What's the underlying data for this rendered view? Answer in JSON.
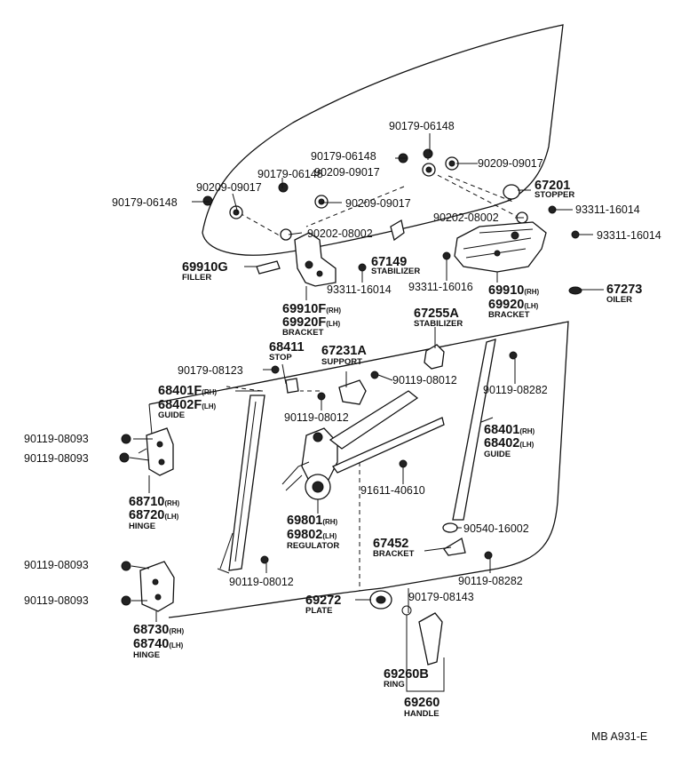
{
  "labels": {
    "p90179_06148_a": "90179-06148",
    "p90179_06148_b": "90179-06148",
    "p90179_06148_c": "90179-06148",
    "p90179_06148_d": "90179-06148",
    "p90209_09017_a": "90209-09017",
    "p90209_09017_b": "90209-09017",
    "p90209_09017_c": "90209-09017",
    "p90209_09017_d": "90209-09017",
    "p67201": "67201",
    "stopper": "STOPPER",
    "p90202_08002_a": "90202-08002",
    "p90202_08002_b": "90202-08002",
    "p93311_16014_a": "93311-16014",
    "p93311_16014_b": "93311-16014",
    "p93311_16014_c": "93311-16014",
    "p93311_16016": "93311-16016",
    "p69910G": "69910G",
    "filler": "FILLER",
    "p67149": "67149",
    "stabilizer_a": "STABILIZER",
    "p69910_rh_num": "69910",
    "p69910_rh_sup": "(RH)",
    "p69920_lh_num": "69920",
    "p69920_lh_sup": "(LH)",
    "bracket_a": "BRACKET",
    "p67273": "67273",
    "oiler": "OILER",
    "p69910F_num": "69910F",
    "p69910F_sup": "(RH)",
    "p69920F_num": "69920F",
    "p69920F_sup": "(LH)",
    "bracket_b": "BRACKET",
    "p67255A": "67255A",
    "stabilizer_b": "STABILIZER",
    "p68411": "68411",
    "stop": "STOP",
    "p67231A": "67231A",
    "support": "SUPPORT",
    "p90179_08123": "90179-08123",
    "p90119_08012_a": "90119-08012",
    "p90119_08012_b": "90119-08012",
    "p90119_08012_c": "90119-08012",
    "p90119_08282_a": "90119-08282",
    "p90119_08282_b": "90119-08282",
    "p68401F_num": "68401F",
    "p68401F_sup": "(RH)",
    "p68402F_num": "68402F",
    "p68402F_sup": "(LH)",
    "guide_a": "GUIDE",
    "p68401_num": "68401",
    "p68401_sup": "(RH)",
    "p68402_num": "68402",
    "p68402_sup": "(LH)",
    "guide_b": "GUIDE",
    "p90119_08093_a": "90119-08093",
    "p90119_08093_b": "90119-08093",
    "p90119_08093_c": "90119-08093",
    "p90119_08093_d": "90119-08093",
    "p91611_40610": "91611-40610",
    "p68710_num": "68710",
    "p68710_sup": "(RH)",
    "p68720_num": "68720",
    "p68720_sup": "(LH)",
    "hinge_a": "HINGE",
    "p69801_num": "69801",
    "p69801_sup": "(RH)",
    "p69802_num": "69802",
    "p69802_sup": "(LH)",
    "regulator": "REGULATOR",
    "p90540_16002": "90540-16002",
    "p67452": "67452",
    "bracket_c": "BRACKET",
    "p69272": "69272",
    "plate": "PLATE",
    "p90179_08143": "90179-08143",
    "p68730_num": "68730",
    "p68730_sup": "(RH)",
    "p68740_num": "68740",
    "p68740_sup": "(LH)",
    "hinge_b": "HINGE",
    "p69260B": "69260B",
    "ring": "RING",
    "p69260": "69260",
    "handle": "HANDLE",
    "code": "MB A931-E"
  }
}
